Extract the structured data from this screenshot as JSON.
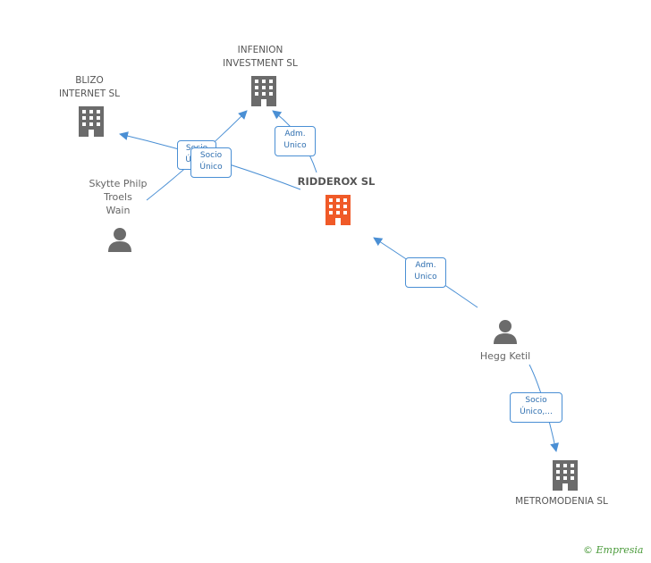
{
  "nodes": {
    "blizo": {
      "label_line1": "BLIZO",
      "label_line2": "INTERNET SL",
      "icon": "building-icon"
    },
    "infenion": {
      "label_line1": "INFENION",
      "label_line2": "INVESTMENT SL",
      "icon": "building-icon"
    },
    "ridderox": {
      "label": "RIDDEROX SL",
      "icon": "building-icon",
      "color": "#f05a28"
    },
    "metromodenia": {
      "label": "METROMODENIA SL",
      "icon": "building-icon"
    },
    "skytte": {
      "label_line1": "Skytte Philp",
      "label_line2": "Troels",
      "label_line3": "Wain",
      "icon": "person-icon"
    },
    "hegg": {
      "label": "Hegg Ketil",
      "icon": "person-icon"
    }
  },
  "edges": {
    "skytte_blizo": {
      "line1": "Socio",
      "line2": "Único"
    },
    "skytte_infenion": {
      "line1": "Socio",
      "line2": "Único"
    },
    "ridderox_infenion": {
      "line1": "Adm.",
      "line2": "Unico"
    },
    "hegg_ridderox": {
      "line1": "Adm.",
      "line2": "Unico"
    },
    "hegg_metromodenia": {
      "line1": "Socio",
      "line2": "Único,..."
    }
  },
  "colors": {
    "building": "#6b6b6b",
    "main_building": "#f05a28",
    "edge": "#4a8fd4"
  },
  "brand": {
    "copyright": "©",
    "name": "Empresia"
  }
}
